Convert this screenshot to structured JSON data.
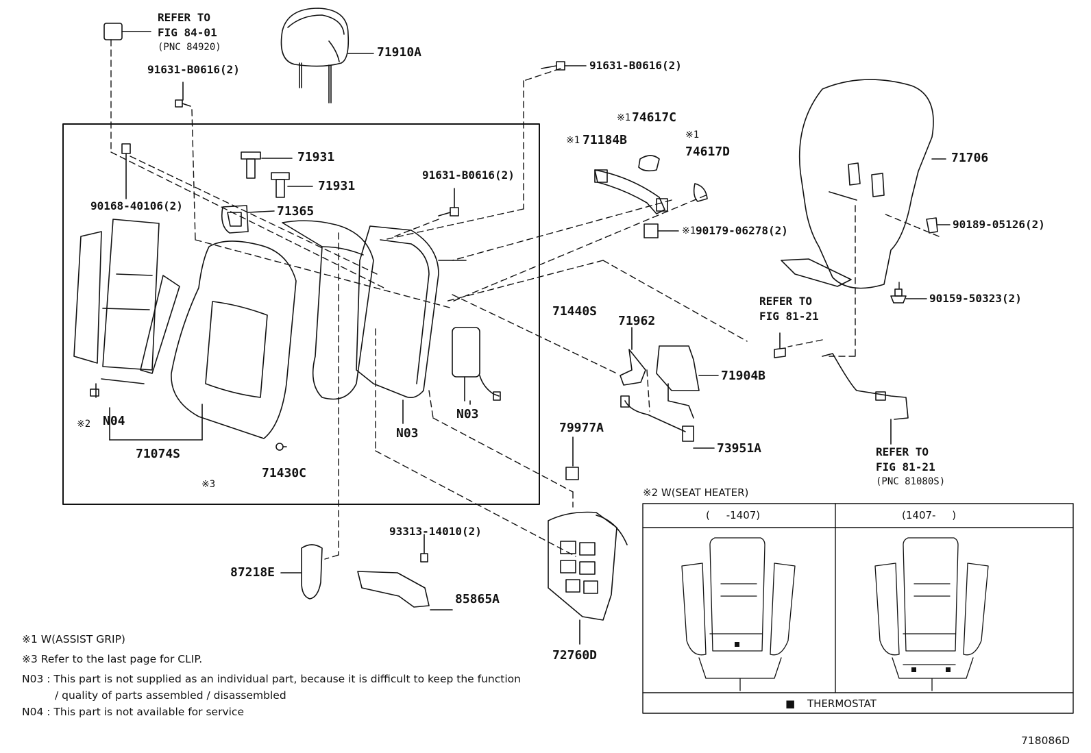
{
  "diagram_id": "718086D",
  "references": {
    "fig_84_01": [
      "REFER TO",
      "FIG 84-01",
      "(PNC 84920)"
    ],
    "fig_81_21_mid": [
      "REFER TO",
      "FIG 81-21"
    ],
    "fig_81_21_bot": [
      "REFER TO",
      "FIG 81-21",
      "(PNC 81080S)"
    ]
  },
  "parts": {
    "p71910A": "71910A",
    "p91631_top": "91631-B0616(2)",
    "p91631_left": "91631-B0616(2)",
    "p91631_mid": "91631-B0616(2)",
    "p74617C": "74617C",
    "p71184B": "71184B",
    "p74617D": "74617D",
    "p71706": "71706",
    "p71931_a": "71931",
    "p71931_b": "71931",
    "p90168": "90168-40106(2)",
    "p71365": "71365",
    "p90179": "90179-06278(2)",
    "p90189": "90189-05126(2)",
    "p90159": "90159-50323(2)",
    "p71440S": "71440S",
    "p71962": "71962",
    "p71904B": "71904B",
    "pN04": "N04",
    "pN03_a": "N03",
    "pN03_b": "N03",
    "p71074S": "71074S",
    "p71430C": "71430C",
    "p79977A": "79977A",
    "p73951A": "73951A",
    "p93313": "93313-14010(2)",
    "p87218E": "87218E",
    "p85865A": "85865A",
    "p72760D": "72760D"
  },
  "marks": {
    "m1_74617C": "※1",
    "m1_71184B": "※1",
    "m1_74617D": "※1",
    "m1_90179": "※1",
    "m2_N04": "※2",
    "m3": "※3"
  },
  "seat_heater": {
    "title": "※2 W(SEAT HEATER)",
    "col_left": "(     -1407)",
    "col_right": "(1407-     )",
    "legend_symbol": "■",
    "legend_label": "THERMOSTAT"
  },
  "notes": {
    "n1": "※1 W(ASSIST GRIP)",
    "n3": "※3 Refer to the last page for CLIP.",
    "n03_line1": "N03 : This part is not supplied as an individual part, because it is difficult to keep the function",
    "n03_line2": "/  quality of parts assembled / disassembled",
    "n04": "N04 : This part is not available for service"
  }
}
